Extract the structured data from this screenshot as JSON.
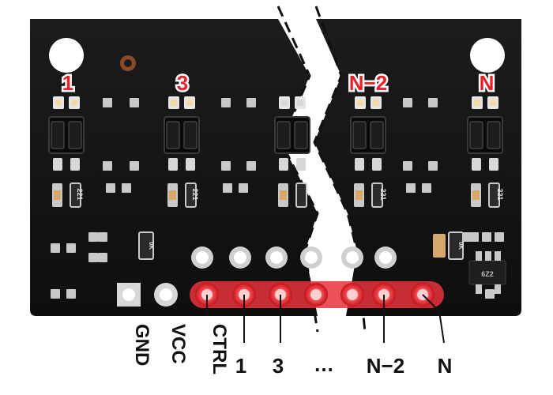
{
  "board": {
    "sensor_labels": [
      "1",
      "3",
      "N−2",
      "N"
    ],
    "pin_labels": {
      "gnd": "GND",
      "vcc": "VCC",
      "ctrl": "CTRL",
      "ch1": "1",
      "ch3": "3",
      "ellipsis": "…",
      "chn2": "N−2",
      "chn": "N"
    },
    "chip_markings": {
      "resistor_1": "221",
      "resistor_2": "221",
      "resistor_3": "221",
      "resistor_4": "221",
      "ctrl_resistor_left": "0K",
      "ctrl_resistor_right": "0K",
      "regulator": "6Z2"
    },
    "colors": {
      "pcb": "#141414",
      "label_red": "#e8202a",
      "pin_glow": "#f0484f",
      "pad_silver": "#c9c9c9"
    }
  }
}
